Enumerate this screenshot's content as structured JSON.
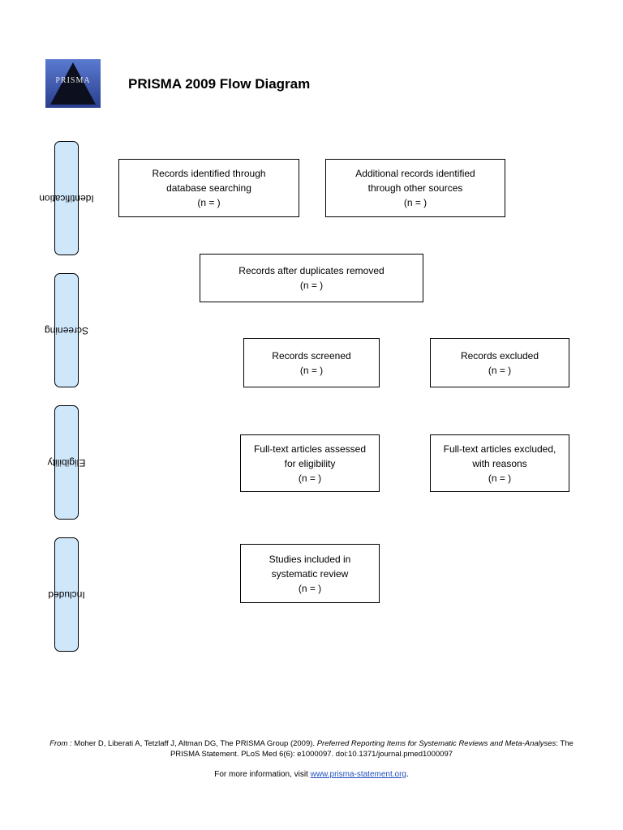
{
  "header": {
    "logo_text": "PRISMA",
    "title": "PRISMA 2009 Flow Diagram"
  },
  "phases": {
    "identification": "Identification",
    "screening": "Screening",
    "eligibility": "Eligibility",
    "included": "Included"
  },
  "boxes": {
    "database_records": {
      "line1": "Records identified through",
      "line2": "database searching",
      "count": "(n =   )"
    },
    "other_sources": {
      "line1": "Additional records identified",
      "line2": "through other sources",
      "count": "(n =   )"
    },
    "duplicates_removed": {
      "line1": "Records after duplicates removed",
      "count": "(n =   )"
    },
    "screened": {
      "line1": "Records screened",
      "count": "(n =   )"
    },
    "excluded": {
      "line1": "Records excluded",
      "count": "(n =   )"
    },
    "fulltext_assessed": {
      "line1": "Full-text articles assessed",
      "line2": "for eligibility",
      "count": "(n =   )"
    },
    "fulltext_excluded": {
      "line1": "Full-text articles excluded,",
      "line2": "with reasons",
      "count": "(n =   )"
    },
    "studies_included": {
      "line1": "Studies included in",
      "line2": "systematic review",
      "count": "(n =   )"
    }
  },
  "footer": {
    "from_label": "From :",
    "citation_part1": " Moher D, Liberati A, Tetzlaff J, Altman DG, The PRISMA Group (2009). ",
    "citation_title": "Preferred Reporting Items for Systematic Reviews and Meta-Analyses",
    "citation_part2": ": The PRISMA Statement. PLoS Med 6(6): e1000097. doi:10.1371/journal.pmed1000097",
    "more_info_prefix": "For more information, visit ",
    "more_info_link": "www.prisma-statement.org",
    "more_info_suffix": "."
  }
}
